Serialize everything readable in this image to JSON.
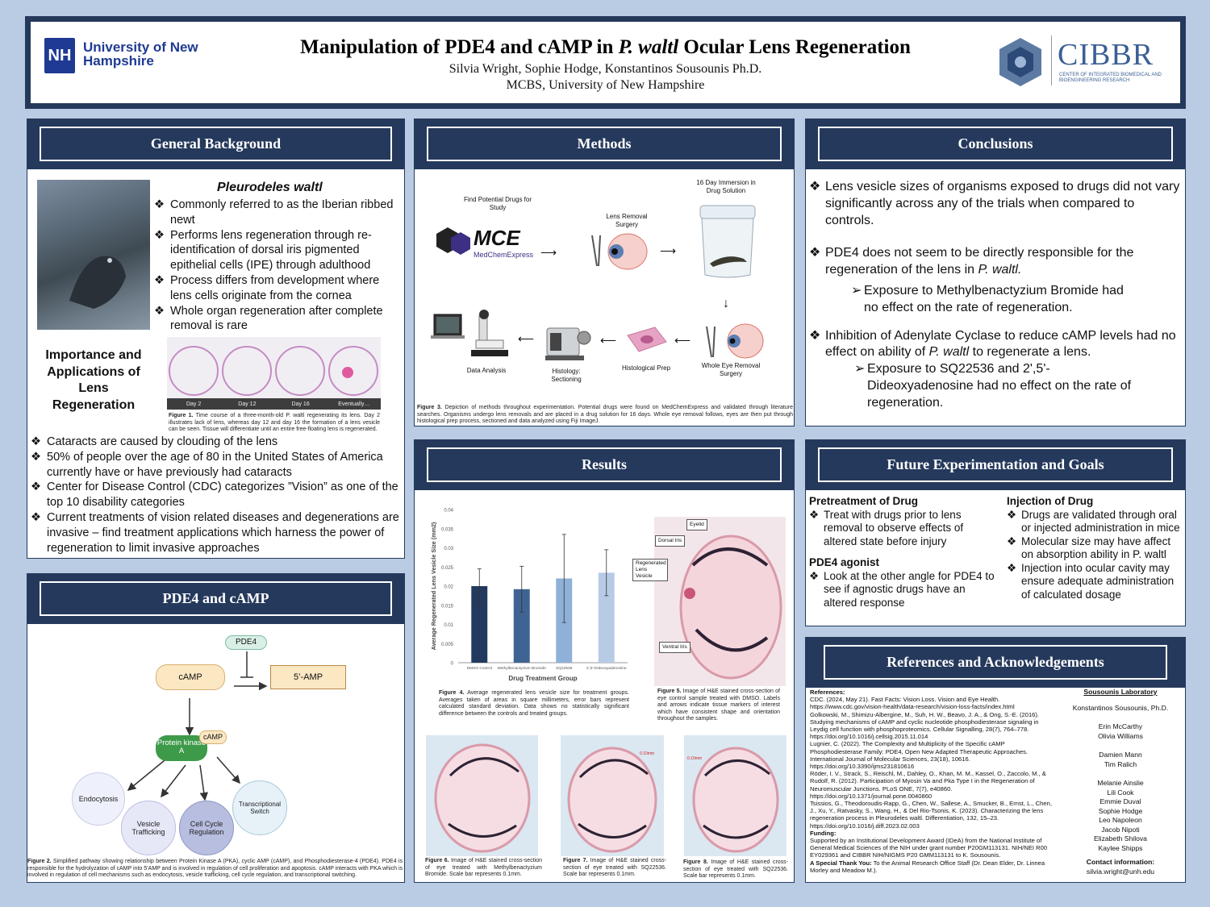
{
  "header": {
    "title_pre": "Manipulation of PDE4 and cAMP in ",
    "title_italic": "P. waltl",
    "title_post": " Ocular Lens Regeneration",
    "authors": "Silvia Wright, Sophie Hodge, Konstantinos Sousounis Ph.D.",
    "affiliation": "MCBS, University of New Hampshire",
    "unh_logo": "University of New Hampshire",
    "unh_monogram": "NH",
    "cibbr_logo": "CIBBR",
    "cibbr_sub": "CENTER OF INTEGRATED BIOMEDICAL AND BIOENGINEERING RESEARCH"
  },
  "background": {
    "heading": "General Background",
    "species": "Pleurodeles waltl",
    "bullets": [
      "Commonly referred to as the Iberian ribbed newt",
      "Performs lens regeneration through re-identification of dorsal iris pigmented epithelial cells (IPE) through adulthood",
      "Process differs from development where lens cells originate from the cornea",
      "Whole organ regeneration after complete removal is rare"
    ],
    "fig1_labels": [
      "Day 2",
      "Day 12",
      "Day 16",
      "Eventually…"
    ],
    "fig1_caption_label": "Figure 1.",
    "fig1_caption": "Time course of a three-month-old P. waltl regenerating its lens. Day 2 illustrates lack of lens, whereas day 12 and day 16 the formation of a lens vesicle can be seen. Tissue will differentiate until an entire free-floating lens is regenerated.",
    "importance_title": "Importance and Applications of Lens Regeneration",
    "importance_bullets": [
      "Cataracts are caused by clouding of the lens",
      "50% of people over the age of 80 in the United States of America currently have or have previously had cataracts",
      "Center for Disease Control (CDC) categorizes ”Vision” as one of the top 10 disability categories",
      "Current treatments of vision related diseases and degenerations are invasive – find treatment applications which harness the power of regeneration to limit invasive approaches"
    ]
  },
  "pde4": {
    "heading": "PDE4 and cAMP",
    "nodes": {
      "pde4": "PDE4",
      "camp": "cAMP",
      "amp": "5’-AMP",
      "pka": "Protein kinase A",
      "camp2": "cAMP",
      "endocytosis": "Endocytosis",
      "vesicle": "Vesicle Trafficking",
      "cellcycle": "Cell Cycle Regulation",
      "transcription": "Transcriptional Switch"
    },
    "fig2_label": "Figure 2.",
    "fig2_caption": "Simplified pathway showing relationship between Protein Kinase A (PKA), cyclic AMP (cAMP), and Phosphodiesterase-4 (PDE4). PDE4 is responsible for the hydrolyzation of cAMP into 5’AMP and is involved in regulation of cell proliferation and apoptosis. cAMP interacts with PKA which is involved in regulation of cell mechanisms such as endocytosis, vesicle trafficking, cell cycle regulation, and transcriptional switching."
  },
  "methods": {
    "heading": "Methods",
    "steps": {
      "find": "Find Potential Drugs for Study",
      "removal": "Lens Removal Surgery",
      "immersion": "16 Day Immersion in Drug Solution",
      "whole_eye": "Whole Eye Removal Surgery",
      "histo_prep": "Histological Prep",
      "sectioning": "Histology: Sectioning",
      "analysis": "Data Analysis"
    },
    "mce": "MCE",
    "mce_sub": "MedChemExpress",
    "fig3_label": "Figure 3.",
    "fig3_caption": "Depiction of methods throughout experimentation. Potential drugs were found on MedChemExpress and validated through literature searches. Organisms undergo lens removals and are placed in a drug solution for 16 days. Whole eye removal follows, eyes are then put through histological prep process, sectioned and data analyzed using Fiji ImageJ."
  },
  "results": {
    "heading": "Results",
    "fig4_label": "Figure 4.",
    "fig4_caption": "Average regenerated lens vesicle size for treatment groups. Averages taken of areas in square millimeters, error bars represent calculated standard deviation. Data shows no statistically significant difference between the controls and treated groups.",
    "fig5_labels": [
      "Eyelid",
      "Dorsal Iris",
      "Regenerated Lens Vesicle",
      "Ventral Iris"
    ],
    "fig5_label": "Figure 5.",
    "fig5_caption": "Image of H&E stained cross-section of eye control sample treated with DMSO. Labels and arrows indicate tissue markers of interest which have consistent shape and orientation throughout the samples.",
    "fig6_label": "Figure 6.",
    "fig6_caption": "Image of H&E stained cross-section of eye treated with Methylbenactyzium Bromide. Scale bar represents 0.1mm.",
    "fig7_label": "Figure 7.",
    "fig7_caption": "Image of H&E stained cross-section of eye treated with SQ22536. Scale bar represents 0.1mm.",
    "fig8_label": "Figure 8.",
    "fig8_caption": "Image of H&E stained cross-section of eye treated with SQ22536. Scale bar represents 0.1mm.",
    "scale_label": "0.10mm"
  },
  "chart_data": {
    "type": "bar",
    "categories": [
      "DMSO Control",
      "Methylbenactyzium Bromide",
      "SQ22536",
      "2',5'-Dideoxyadenosine"
    ],
    "values": [
      0.02,
      0.0192,
      0.022,
      0.0235
    ],
    "errors": [
      0.0045,
      0.006,
      0.0115,
      0.006
    ],
    "colors": [
      "#233a5e",
      "#3f6494",
      "#8fb0d8",
      "#b7cbe6"
    ],
    "xlabel": "Drug Treatment Group",
    "ylabel": "Average Regenerated Lens Vesicle Size (mm2)",
    "ylim": [
      0,
      0.04
    ],
    "yticks": [
      "0",
      "0.005",
      "0.01",
      "0.015",
      "0.02",
      "0.025",
      "0.03",
      "0.035",
      "0.04"
    ],
    "grid": false
  },
  "conclusions": {
    "heading": "Conclusions",
    "c1": "Lens vesicle sizes of organisms exposed to drugs did not vary significantly across any of the trials when compared to controls.",
    "c2_pre": "PDE4 does not seem to be directly responsible for the regeneration of the lens in ",
    "c2_it": "P. waltl.",
    "c2_sub": "Exposure to Methylbenactyzium Bromide had no effect on the rate of regeneration.",
    "c3_pre": "Inhibition of Adenylate Cyclase to reduce cAMP levels had no effect on ability of ",
    "c3_it": "P. waltl",
    "c3_post": " to regenerate a lens.",
    "c3_sub": "Exposure to SQ22536 and 2',5'-Dideoxyadenosine had no effect on the rate of regeneration."
  },
  "future": {
    "heading": "Future Experimentation and Goals",
    "pretreat_title": "Pretreatment of Drug",
    "pretreat": "Treat with drugs prior to lens removal to observe effects of altered state before injury",
    "agonist_title": "PDE4 agonist",
    "agonist": "Look at the other angle for PDE4 to see if agnostic drugs have an altered response",
    "injection_title": "Injection of Drug",
    "injection": [
      "Drugs are validated through oral or injected administration in mice",
      "Molecular size may have affect on absorption ability in P. waltl",
      "Injection into ocular cavity may ensure adequate administration of calculated dosage"
    ]
  },
  "references": {
    "heading": "References and Acknowledgements",
    "refs_title": "References:",
    "refs": [
      "CDC. (2024, May 21). Fast Facts: Vision Loss. Vision and Eye Health. https://www.cdc.gov/vision-health/data-research/vision-loss-facts/index.html",
      "Golkowski, M., Shimizu-Albergine, M., Suh, H. W., Beavo, J. A., & Ong, S.-E. (2016). Studying mechanisms of cAMP and cyclic nucleotide phosphodiesterase signaling in Leydig cell function with phosphoproteomics. Cellular Signalling, 28(7), 764–778. https://doi.org/10.1016/j.cellsig.2015.11.014",
      "Lugnier, C. (2022). The Complexity and Multiplicity of the Specific cAMP Phosphodiesterase Family: PDE4, Open New Adapted Therapeutic Approaches. International Journal of Molecular Sciences, 23(18), 10616. https://doi.org/10.3390/ijms231810616",
      "Röder, I. V., Strack, S., Reischl, M., Dahley, O., Khan, M. M., Kassel, O., Zaccolo, M., & Rudolf, R. (2012). Participation of Myosin Va and Pka Type I in the Regeneration of Neuromuscular Junctions. PLoS ONE, 7(7), e40860. https://doi.org/10.1371/journal.pone.0040860",
      "Tsissios, G., Theodoroudis-Rapp, G., Chen, W., Sallese, A., Smucker, B., Ernst, L., Chen, J., Xu, Y., Ratvasky, S., Wang, H., & Del Rio-Tsonis, K. (2023). Characterizing the lens regeneration process in Pleurodeles waltl. Differentiation, 132, 15–23. https://doi.org/10.1016/j.diff.2023.02.003"
    ],
    "funding_title": "Funding:",
    "funding": "Supported by an Institutional Development Award (IDeA) from the National Institute of General Medical Sciences of the NIH under grant number P20GM113131. NIH/NEI R00 EY029361 and CIBBR NIH/NIGMS P20 GMM113131 to K. Sousounis.",
    "thanks_title": "A Special Thank You:",
    "thanks": "To the Animal Research Office Staff (Dr. Dean Elder, Dr. Linnea Morley and Meadow M.).",
    "lab_title": "Sousounis Laboratory",
    "lab_groups": [
      [
        "Konstantinos Sousounis, Ph.D."
      ],
      [
        "Erin McCarthy",
        "Olivia Williams"
      ],
      [
        "Damien Mann",
        "Tim Ralich"
      ],
      [
        "Melanie Ainslie",
        "Lili Cook",
        "Emmie Duval",
        "Sophie Hodge",
        "Leo Napoleon",
        "Jacob Nipoti",
        "Elizabeth Shilova",
        "Kaylee Shipps"
      ]
    ],
    "contact_title": "Contact information:",
    "contact": "silvia.wright@unh.edu"
  }
}
